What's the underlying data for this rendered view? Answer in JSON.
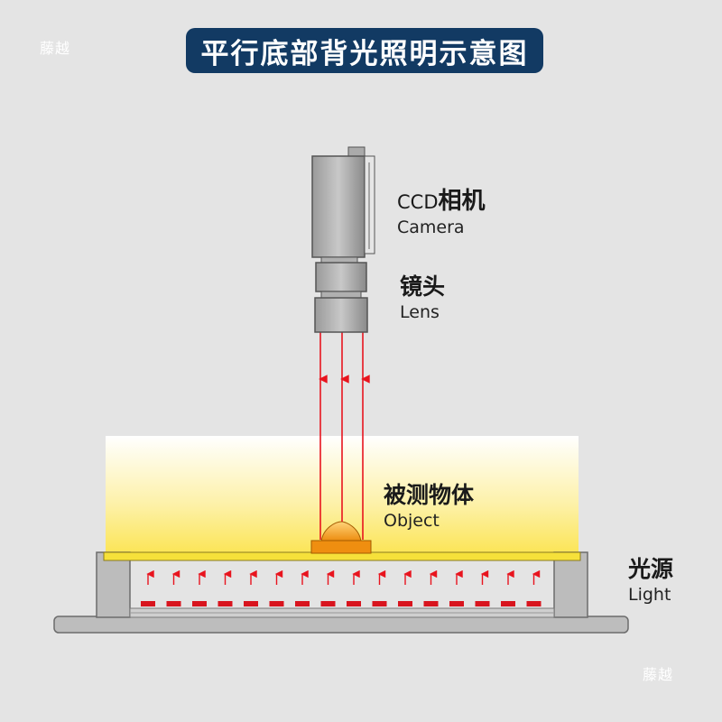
{
  "title": "平行底部背光照明示意图",
  "watermark": "藤越",
  "camera": {
    "zh_prefix": "CCD",
    "zh": "相机",
    "en": "Camera"
  },
  "lens": {
    "zh": "镜头",
    "en": "Lens"
  },
  "object": {
    "zh": "被测物体",
    "en": "Object"
  },
  "light": {
    "zh": "光源",
    "en": "Light"
  },
  "colors": {
    "title_bg": "#123a63",
    "ray": "#e8141e",
    "object": "#f0960f",
    "diffuser_top": "#ffffff",
    "diffuser_bottom": "#fbe34a",
    "housing": "#b4b4b4",
    "led": "#d8141e"
  }
}
